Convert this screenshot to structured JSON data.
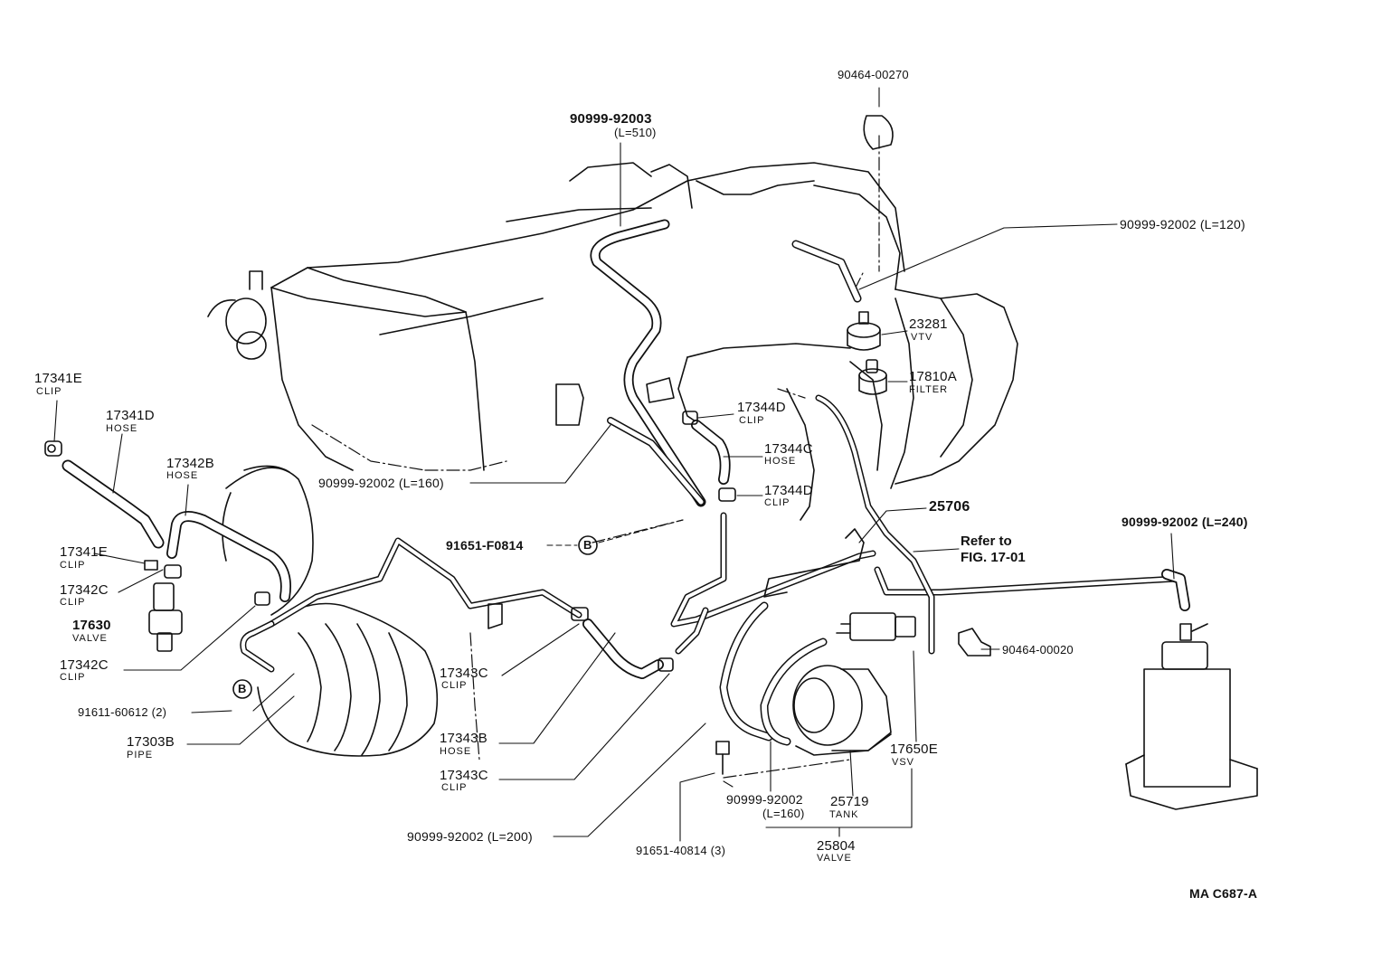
{
  "drawing_code": "MA C687-A",
  "callouts": {
    "b_letter": "B",
    "p_90464_00270": "90464-00270",
    "p_90999_92003": "90999-92003",
    "p_90999_92003_len": "(L=510)",
    "p_90999_92002_120": "90999-92002 (L=120)",
    "p_23281": "23281",
    "p_23281_sub": "VTV",
    "p_17810A": "17810A",
    "p_17810A_sub": "FILTER",
    "p_17341E_top": "17341E",
    "p_17341E_top_sub": "CLIP",
    "p_17341D": "17341D",
    "p_17341D_sub": "HOSE",
    "p_17342B": "17342B",
    "p_17342B_sub": "HOSE",
    "p_17344D_top": "17344D",
    "p_17344D_top_sub": "CLIP",
    "p_17344C": "17344C",
    "p_17344C_sub": "HOSE",
    "p_17344D_bot": "17344D",
    "p_17344D_bot_sub": "CLIP",
    "p_90999_92002_160a": "90999-92002 (L=160)",
    "p_25706": "25706",
    "refer_line1": "Refer to",
    "refer_line2": "FIG. 17-01",
    "p_90999_92002_240": "90999-92002 (L=240)",
    "p_91651_F0814": "91651-F0814",
    "p_17341E_mid": "17341E",
    "p_17341E_mid_sub": "CLIP",
    "p_17342C_a": "17342C",
    "p_17342C_a_sub": "CLIP",
    "p_17630": "17630",
    "p_17630_sub": "VALVE",
    "p_17342C_b": "17342C",
    "p_17342C_b_sub": "CLIP",
    "p_90464_00020": "90464-00020",
    "p_17343C_a": "17343C",
    "p_17343C_a_sub": "CLIP",
    "p_91611_60612": "91611-60612 (2)",
    "p_17303B": "17303B",
    "p_17303B_sub": "PIPE",
    "p_17343B": "17343B",
    "p_17343B_sub": "HOSE",
    "p_17343C_b": "17343C",
    "p_17343C_b_sub": "CLIP",
    "p_17650E": "17650E",
    "p_17650E_sub": "VSV",
    "p_90999_92002_160b": "90999-92002",
    "p_90999_92002_160b_len": "(L=160)",
    "p_25719": "25719",
    "p_25719_sub": "TANK",
    "p_25804": "25804",
    "p_25804_sub": "VALVE",
    "p_90999_92002_200": "90999-92002 (L=200)",
    "p_91651_40814": "91651-40814 (3)"
  }
}
